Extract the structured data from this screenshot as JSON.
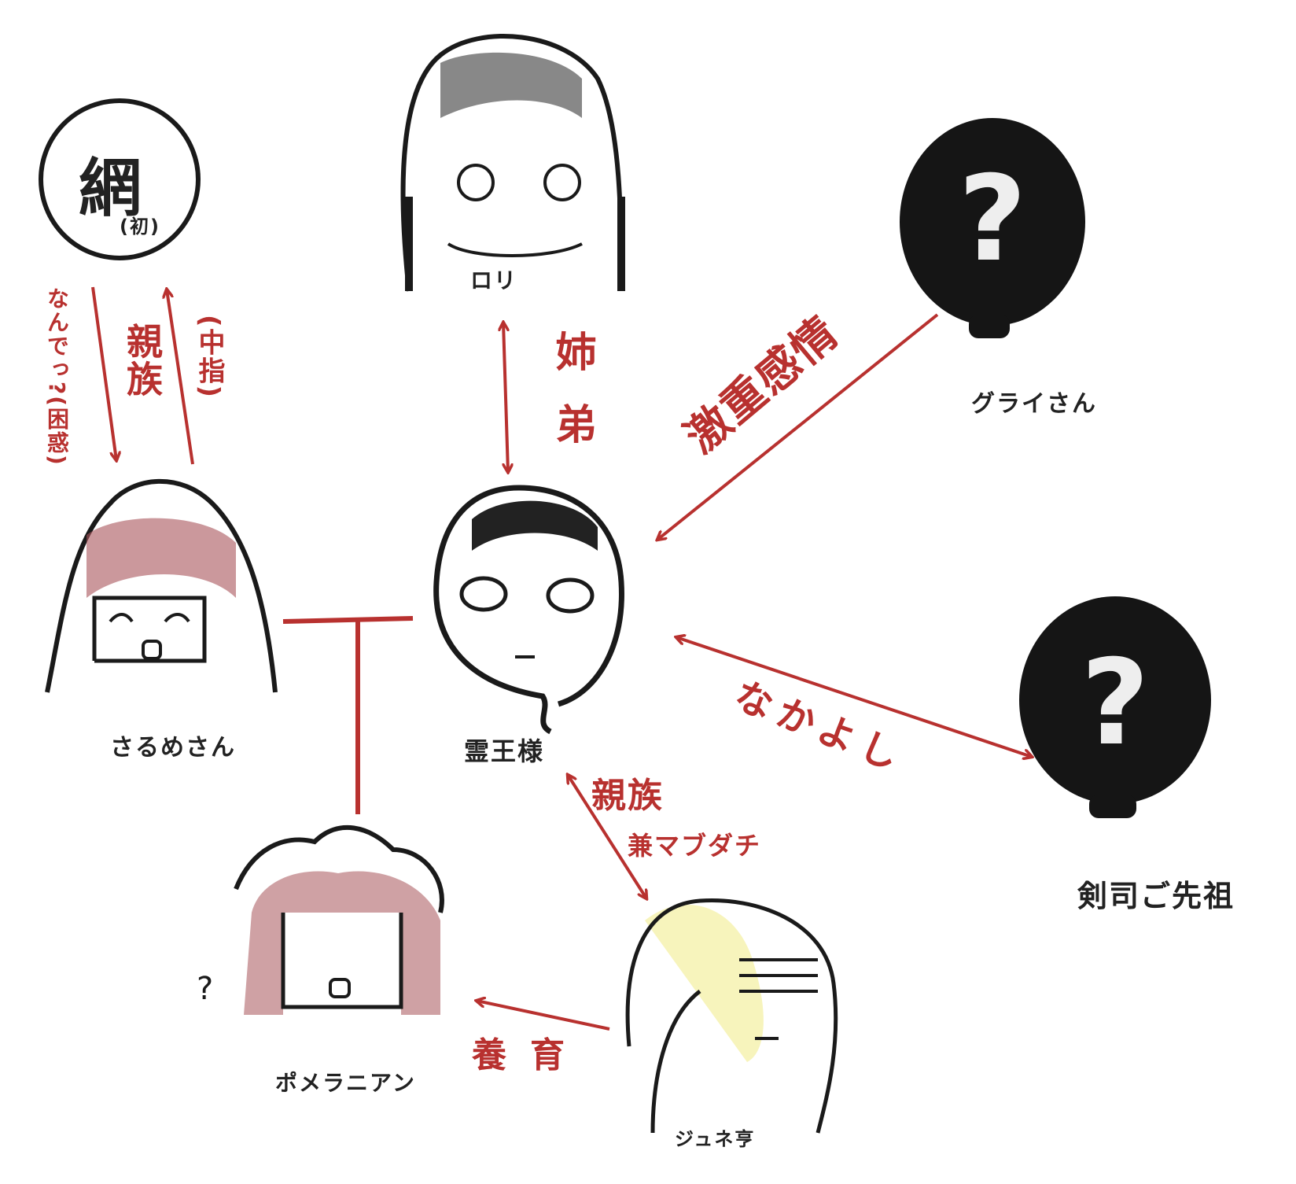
{
  "colors": {
    "ink": "#1a1a1a",
    "relation": "#b8312f",
    "blush": "#a8545a",
    "blond": "#f4f0a0"
  },
  "characters": {
    "ami": {
      "name": "網",
      "note": "(初)"
    },
    "loli": {
      "name": "ロリ"
    },
    "gurai": {
      "name": "グライさん",
      "icon": "?"
    },
    "sarume": {
      "name": "さるめさん"
    },
    "reiou": {
      "name": "霊王様"
    },
    "kenji": {
      "name": "剣司ご先祖",
      "icon": "?"
    },
    "pomeranian": {
      "name": "ポメラニアン",
      "mark": "?"
    },
    "june": {
      "name": "ジュネ亨"
    }
  },
  "relations": {
    "ami_to_sarume": "なんでっ?(困惑)",
    "ami_sarume": "親族",
    "sarume_to_ami": "(中指)",
    "loli_reiou": "姉弟",
    "gurai_to_reiou": "激重感情",
    "reiou_kenji": "なかよし",
    "reiou_june": "親族",
    "reiou_june_sub": "兼マブダチ",
    "june_to_pomeranian": "養育"
  }
}
